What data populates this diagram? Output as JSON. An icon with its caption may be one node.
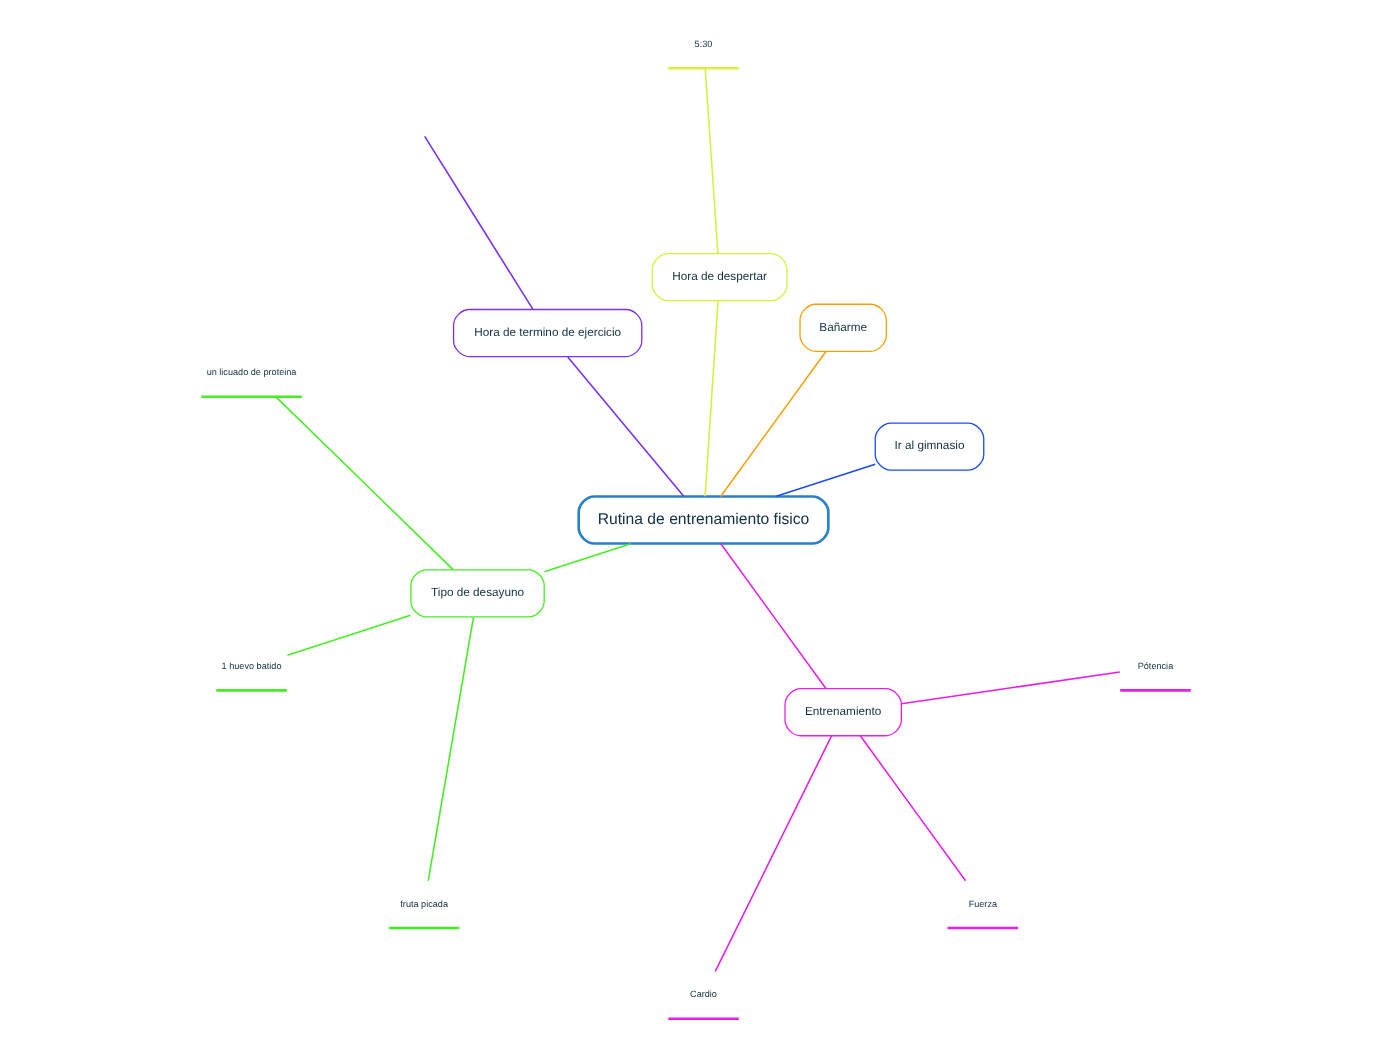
{
  "diagram": {
    "nodes": [
      {
        "text": [
          "Rutina de entrenamiento fisico"
        ]
      },
      {
        "text": [
          "Ir al gimnasio"
        ]
      },
      {
        "text": [
          "Bañarme"
        ]
      },
      {
        "text": [
          "Hora de despertar"
        ]
      },
      {
        "text": [
          "5:30"
        ]
      },
      {
        "text": [
          "Hora de termino de ejercicio"
        ]
      },
      {
        "text": [
          "Tipo de desayuno"
        ]
      },
      {
        "text": [
          "un licuado de proteina"
        ]
      },
      {
        "text": [
          "1 huevo batido"
        ]
      },
      {
        "text": [
          "fruta picada"
        ]
      },
      {
        "text": [
          "Entrenamiento"
        ]
      },
      {
        "text": [
          "Cardio"
        ]
      },
      {
        "text": [
          "Fuerza"
        ]
      },
      {
        "text": [
          "Pótencia"
        ]
      }
    ],
    "edges": [
      {
        "from": 0,
        "to": 1,
        "arrow": "none",
        "color": "#1a4cf5"
      },
      {
        "from": 0,
        "to": 2,
        "arrow": "none",
        "color": "#f5a00a"
      },
      {
        "from": 0,
        "to": 3,
        "arrow": "none",
        "color": "#d8f03c"
      },
      {
        "from": 3,
        "to": 4,
        "arrow": "none",
        "color": "#d8f03c"
      },
      {
        "from": 0,
        "to": 5,
        "arrow": "none",
        "color": "#7b2ff7"
      },
      {
        "from": 5,
        "to": null,
        "arrow": "none",
        "color": "#7b2ff7"
      },
      {
        "from": 0,
        "to": 6,
        "arrow": "none",
        "color": "#44ee22"
      },
      {
        "from": 6,
        "to": 7,
        "arrow": "none",
        "color": "#44ee22"
      },
      {
        "from": 6,
        "to": 8,
        "arrow": "none",
        "color": "#44ee22"
      },
      {
        "from": 6,
        "to": 9,
        "arrow": "none",
        "color": "#44ee22"
      },
      {
        "from": 0,
        "to": 10,
        "arrow": "none",
        "color": "#e61ee6"
      },
      {
        "from": 10,
        "to": 11,
        "arrow": "none",
        "color": "#e61ee6"
      },
      {
        "from": 10,
        "to": 12,
        "arrow": "none",
        "color": "#e61ee6"
      },
      {
        "from": 10,
        "to": 13,
        "arrow": "none",
        "color": "#e61ee6"
      }
    ]
  }
}
